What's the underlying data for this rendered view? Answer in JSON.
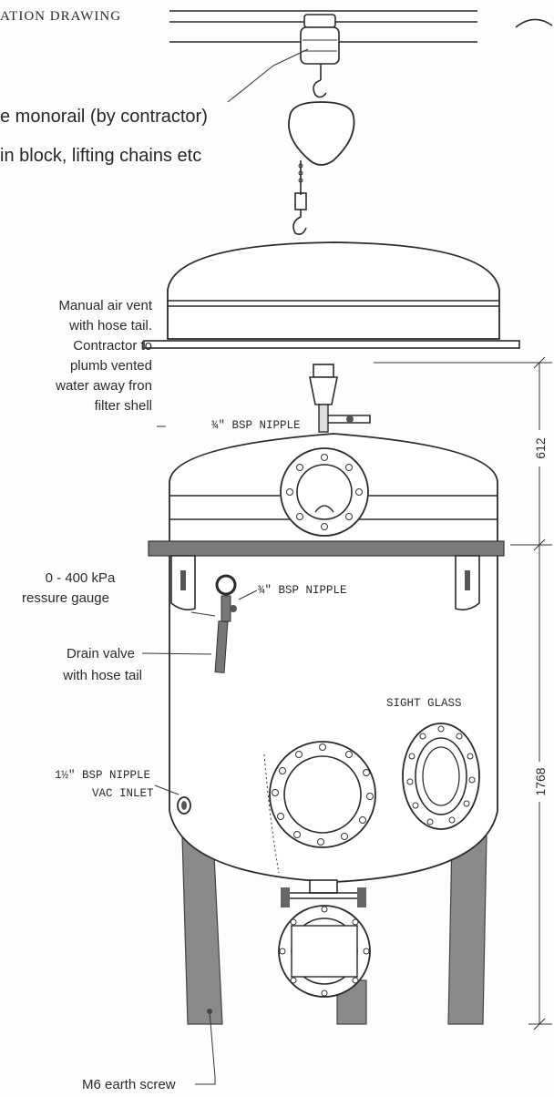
{
  "drawing": {
    "title": "ATION DRAWING",
    "monorail_note_line1": "e monorail (by contractor)",
    "monorail_note_line2": "in block, lifting chains etc",
    "air_vent_note": [
      "Manual air vent",
      "with hose tail.",
      "Contractor to",
      "plumb vented",
      "water away fron",
      "filter shell"
    ],
    "top_nipple": "¾\" BSP NIPPLE",
    "gauge_note": [
      "0 - 400 kPa",
      "ressure gauge"
    ],
    "gauge_nipple": "¾\" BSP NIPPLE",
    "drain_note": [
      "Drain valve",
      "with hose tail"
    ],
    "sight_glass": "SIGHT GLASS",
    "vac_note": [
      "1½\" BSP NIPPLE",
      "VAC INLET"
    ],
    "earth_note": "M6 earth screw",
    "dim_top": "612",
    "dim_main": "1768"
  }
}
